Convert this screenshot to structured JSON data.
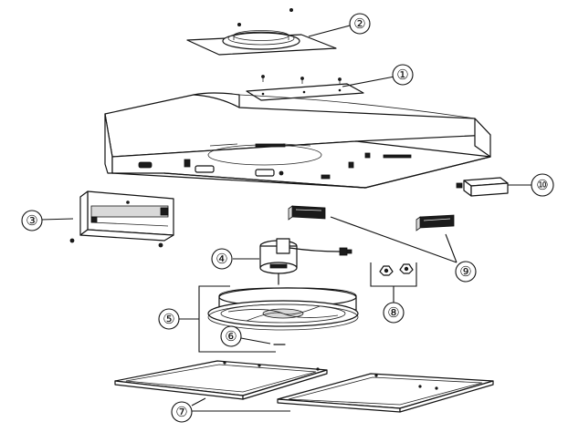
{
  "callouts": [
    {
      "id": "c1",
      "label": "①"
    },
    {
      "id": "c2",
      "label": "②"
    },
    {
      "id": "c3",
      "label": "③"
    },
    {
      "id": "c4",
      "label": "④"
    },
    {
      "id": "c5",
      "label": "⑤"
    },
    {
      "id": "c6",
      "label": "⑥"
    },
    {
      "id": "c7",
      "label": "⑦"
    },
    {
      "id": "c8",
      "label": "⑧"
    },
    {
      "id": "c9",
      "label": "⑨"
    },
    {
      "id": "c10",
      "label": "⑩"
    }
  ]
}
